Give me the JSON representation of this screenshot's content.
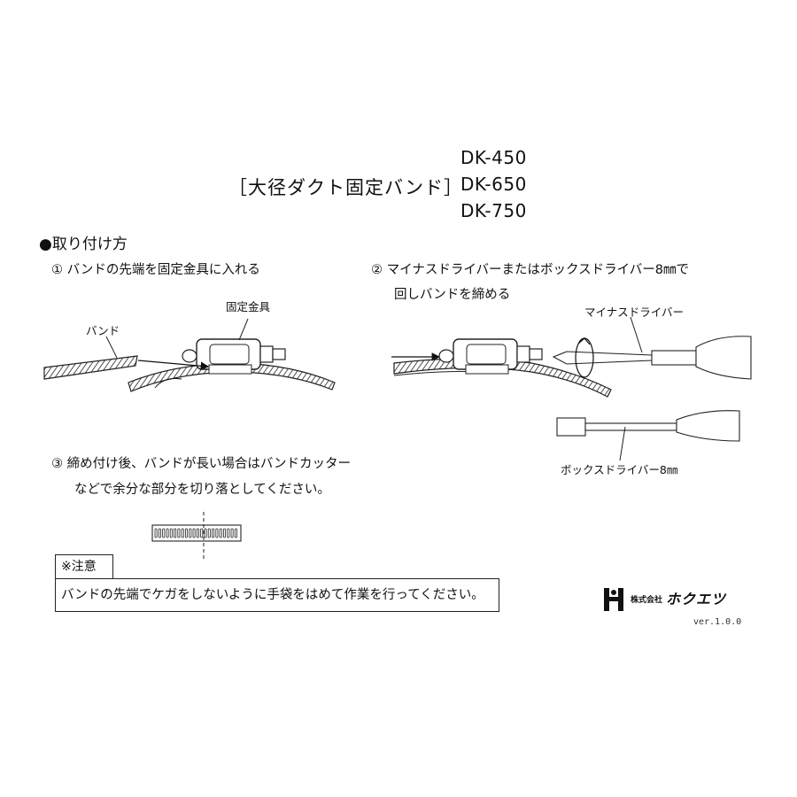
{
  "header": {
    "title": "［大径ダクト固定バンド］",
    "models": [
      "DK-450",
      "DK-650",
      "DK-750"
    ]
  },
  "section_title": "●取り付け方",
  "steps": {
    "step1": "① バンドの先端を固定金具に入れる",
    "step2_line1": "② マイナスドライバーまたはボックスドライバー8㎜で",
    "step2_line2": "回しバンドを締める",
    "step3_line1": "③ 締め付け後、バンドが長い場合はバンドカッター",
    "step3_line2": "などで余分な部分を切り落としてください。"
  },
  "labels": {
    "band": "バンド",
    "fixing_fitting": "固定金具",
    "flathead_driver": "マイナスドライバー",
    "box_driver": "ボックスドライバー8㎜"
  },
  "notice": {
    "heading": "※注意",
    "text": "バンドの先端でケガをしないように手袋をはめて作業を行ってください。"
  },
  "footer": {
    "company_prefix": "株式会社",
    "brand": "ホクエツ",
    "version": "ver.1.0.0"
  }
}
